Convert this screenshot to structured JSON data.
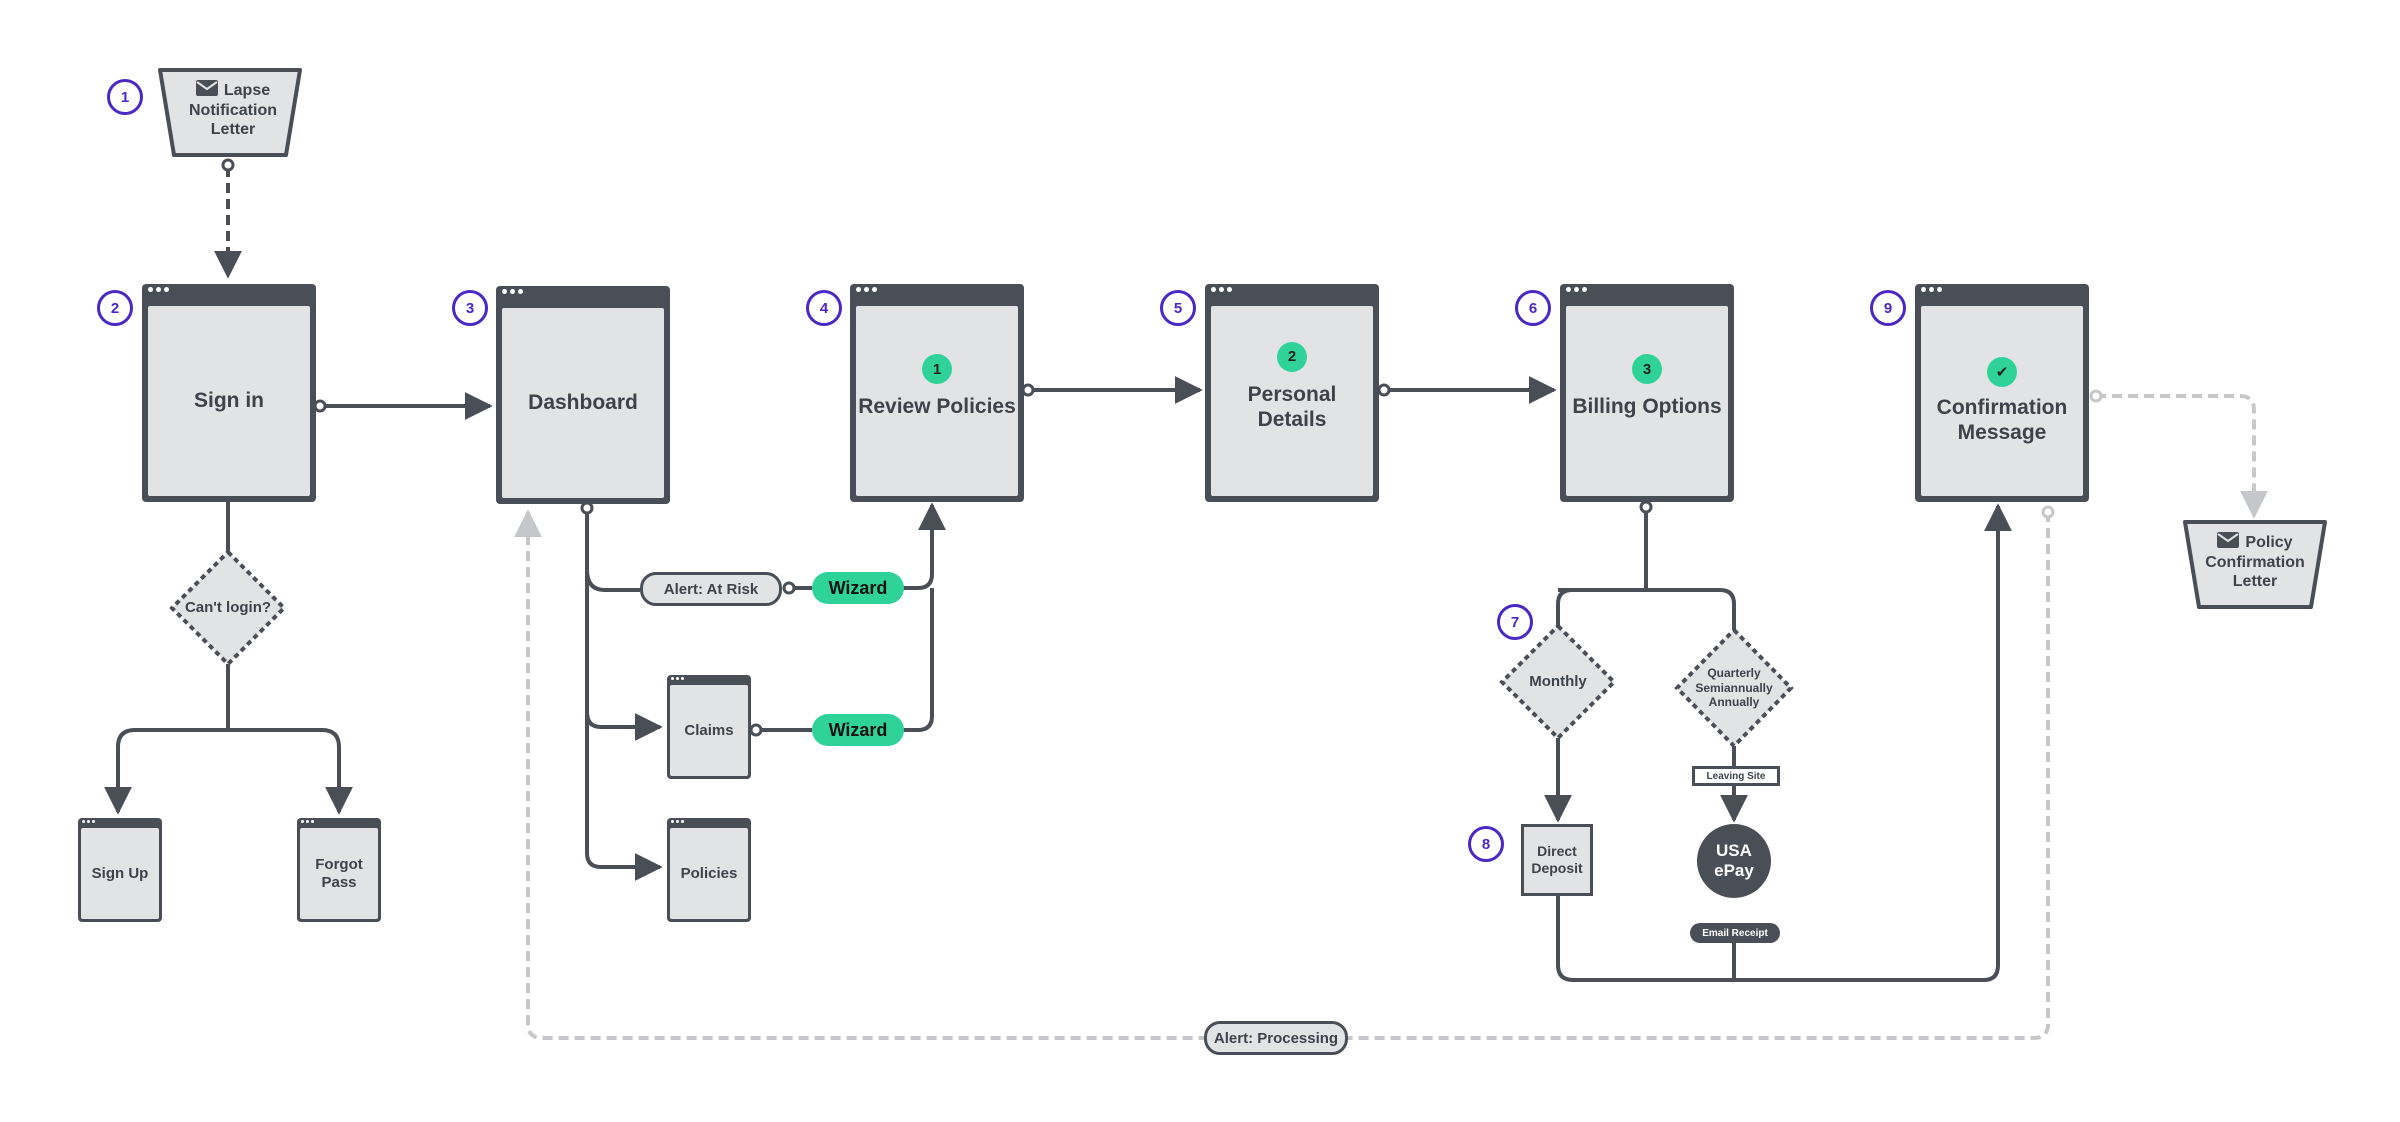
{
  "colors": {
    "dark": "#4a4f57",
    "panel": "#e2e3e5",
    "accent_green": "#2fd39a",
    "step_number": "#4b27c3",
    "dashed_grey": "#c6c7ca"
  },
  "letters": {
    "lapse": {
      "lines": [
        "Lapse",
        "Notification",
        "Letter"
      ],
      "icon": "envelope-icon"
    },
    "policy": {
      "lines": [
        "Policy",
        "Confirmation",
        "Letter"
      ],
      "icon": "envelope-icon"
    }
  },
  "step_numbers": [
    "1",
    "2",
    "3",
    "4",
    "5",
    "6",
    "7",
    "8",
    "9"
  ],
  "screens": {
    "sign_in": "Sign in",
    "dashboard": "Dashboard",
    "review_policies": {
      "title": "Review Policies",
      "step": "1"
    },
    "personal_details": {
      "title": "Personal Details",
      "step": "2"
    },
    "billing_options": {
      "title": "Billing Options",
      "step": "3"
    },
    "confirmation": {
      "lines": [
        "Confirmation",
        "Message"
      ],
      "check": "✔"
    },
    "sign_up": "Sign Up",
    "forgot_pass": [
      "Forgot",
      "Pass"
    ],
    "claims": "Claims",
    "policies": "Policies"
  },
  "decisions": {
    "cant_login": "Can't login?",
    "monthly": "Monthly",
    "quarterly": [
      "Quarterly",
      "Semiannually",
      "Annually"
    ]
  },
  "labels": {
    "alert_at_risk": "Alert: At Risk",
    "wizard_1": "Wizard",
    "wizard_2": "Wizard",
    "leaving_site": "Leaving Site",
    "email_receipt": "Email Receipt",
    "alert_processing": "Alert: Processing"
  },
  "nodes": {
    "direct_deposit": [
      "Direct",
      "Deposit"
    ],
    "usa_epay": [
      "USA",
      "ePay"
    ]
  }
}
